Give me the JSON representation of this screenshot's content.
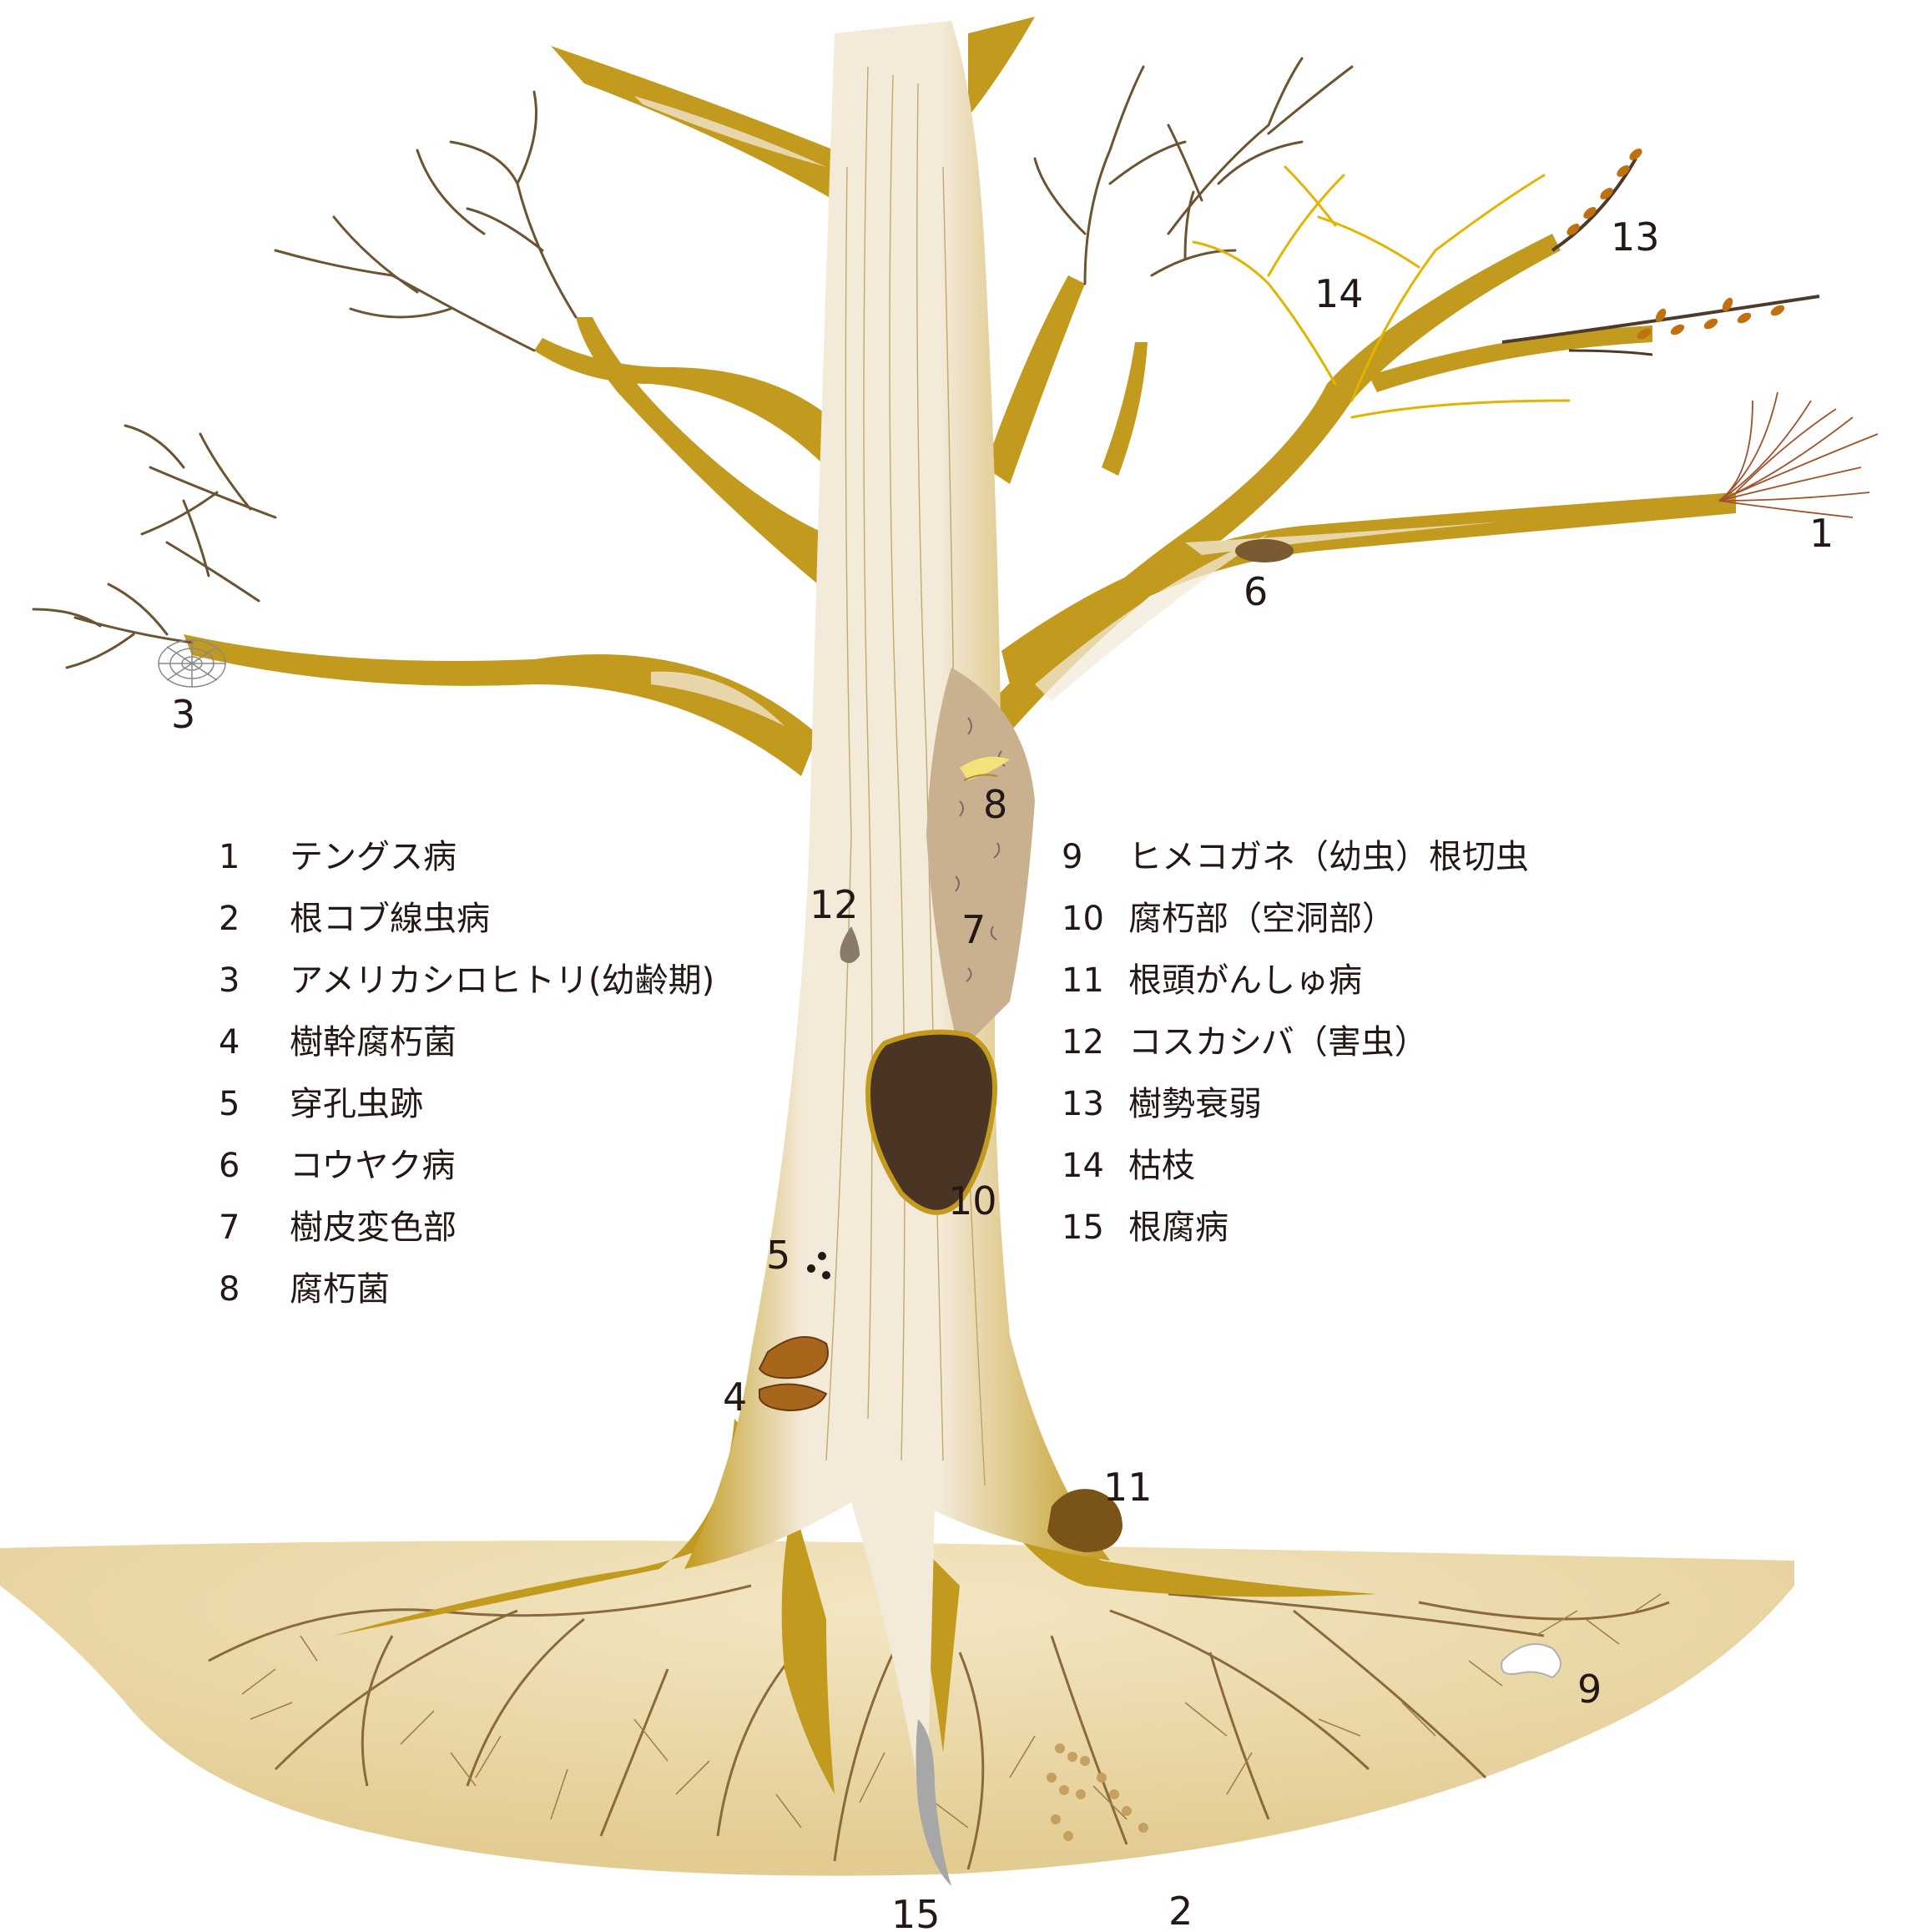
{
  "legend": [
    {
      "num": "1",
      "label": "テングス病"
    },
    {
      "num": "2",
      "label": "根コブ線虫病"
    },
    {
      "num": "3",
      "label": "アメリカシロヒトリ(幼齢期)"
    },
    {
      "num": "4",
      "label": "樹幹腐朽菌"
    },
    {
      "num": "5",
      "label": "穿孔虫跡"
    },
    {
      "num": "6",
      "label": "コウヤク病"
    },
    {
      "num": "7",
      "label": "樹皮変色部"
    },
    {
      "num": "8",
      "label": "腐朽菌"
    },
    {
      "num": "9",
      "label": "ヒメコガネ（幼虫）根切虫"
    },
    {
      "num": "10",
      "label": "腐朽部（空洞部）"
    },
    {
      "num": "11",
      "label": "根頭がんしゅ病"
    },
    {
      "num": "12",
      "label": "コスカシバ（害虫）"
    },
    {
      "num": "13",
      "label": "樹勢衰弱"
    },
    {
      "num": "14",
      "label": "枯枝"
    },
    {
      "num": "15",
      "label": "根腐病"
    }
  ],
  "markers": {
    "m1": "1",
    "m2": "2",
    "m3": "3",
    "m4": "4",
    "m5": "5",
    "m6": "6",
    "m7": "7",
    "m8": "8",
    "m9": "9",
    "m10": "10",
    "m11": "11",
    "m12": "12",
    "m13": "13",
    "m14": "14",
    "m15": "15"
  },
  "colors": {
    "bark": "#c29a1e",
    "bark_light": "#f2e9d8",
    "soil": "#ead7a6",
    "twig": "#6b5433",
    "dead_branch": "#e2b400",
    "cavity": "#4a3525",
    "discolor": "#c9b08f",
    "fungus": "#a8651c",
    "text": "#231815"
  }
}
